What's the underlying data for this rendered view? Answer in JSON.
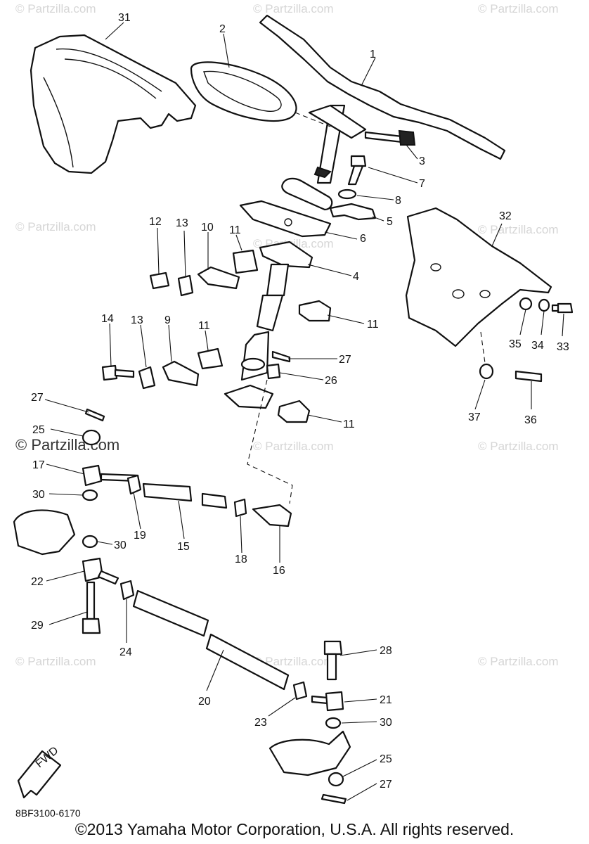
{
  "watermark": {
    "text": "© Partzilla.com",
    "prominent": "© Partzilla.com"
  },
  "fwd_label": "FWD",
  "diagram_code": "8BF3100-6170",
  "copyright": "©2013 Yamaha Motor Corporation, U.S.A. All rights reserved.",
  "callouts": [
    "1",
    "2",
    "3",
    "4",
    "5",
    "6",
    "7",
    "8",
    "9",
    "10",
    "11",
    "12",
    "13",
    "14",
    "15",
    "16",
    "17",
    "18",
    "19",
    "20",
    "21",
    "22",
    "23",
    "24",
    "25",
    "26",
    "27",
    "28",
    "29",
    "30",
    "31",
    "32",
    "33",
    "34",
    "35",
    "36",
    "37"
  ]
}
